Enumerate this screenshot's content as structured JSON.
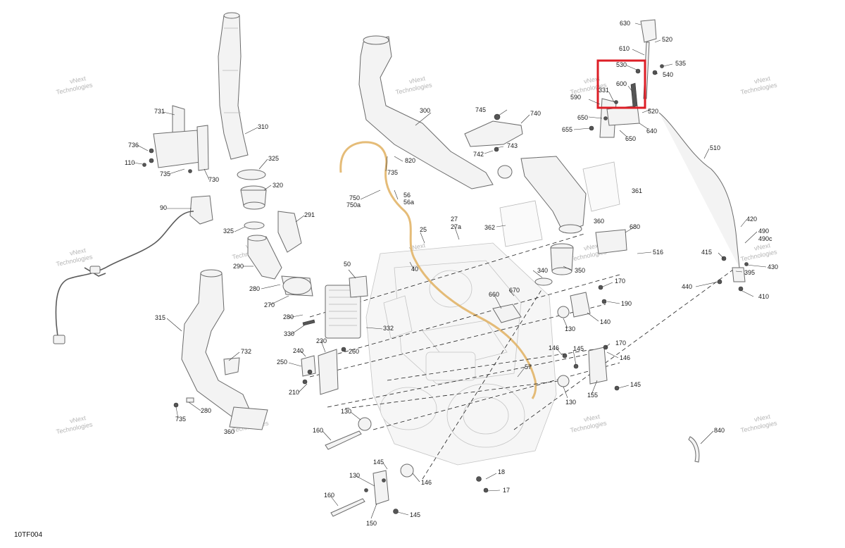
{
  "diagram": {
    "document_code": "10TF004",
    "watermark": {
      "line1": "vNext",
      "line2": "Technologies"
    },
    "highlight_color": "#dd1e26",
    "harness_color": "#e0b060",
    "callouts": [
      "630",
      "520",
      "610",
      "535",
      "530",
      "540",
      "600",
      "331",
      "590",
      "520",
      "650",
      "640",
      "655",
      "650",
      "510",
      "745",
      "740",
      "743",
      "742",
      "300",
      "820",
      "735",
      "310",
      "325",
      "320",
      "731",
      "736",
      "110",
      "735",
      "730",
      "90",
      "291",
      "325",
      "290",
      "280",
      "270",
      "280",
      "330",
      "750",
      "750a",
      "56",
      "56a",
      "27",
      "27a",
      "25",
      "362",
      "361",
      "360",
      "680",
      "516",
      "40",
      "50",
      "332",
      "340",
      "350",
      "170",
      "660",
      "670",
      "190",
      "140",
      "130",
      "415",
      "395",
      "430",
      "420",
      "490",
      "490c",
      "440",
      "410",
      "315",
      "732",
      "280",
      "735",
      "360",
      "240",
      "230",
      "250",
      "260",
      "210",
      "146",
      "145",
      "170",
      "146",
      "130",
      "155",
      "145",
      "57",
      "130",
      "160",
      "145",
      "146",
      "130",
      "18",
      "17",
      "160",
      "150",
      "145",
      "840"
    ]
  }
}
